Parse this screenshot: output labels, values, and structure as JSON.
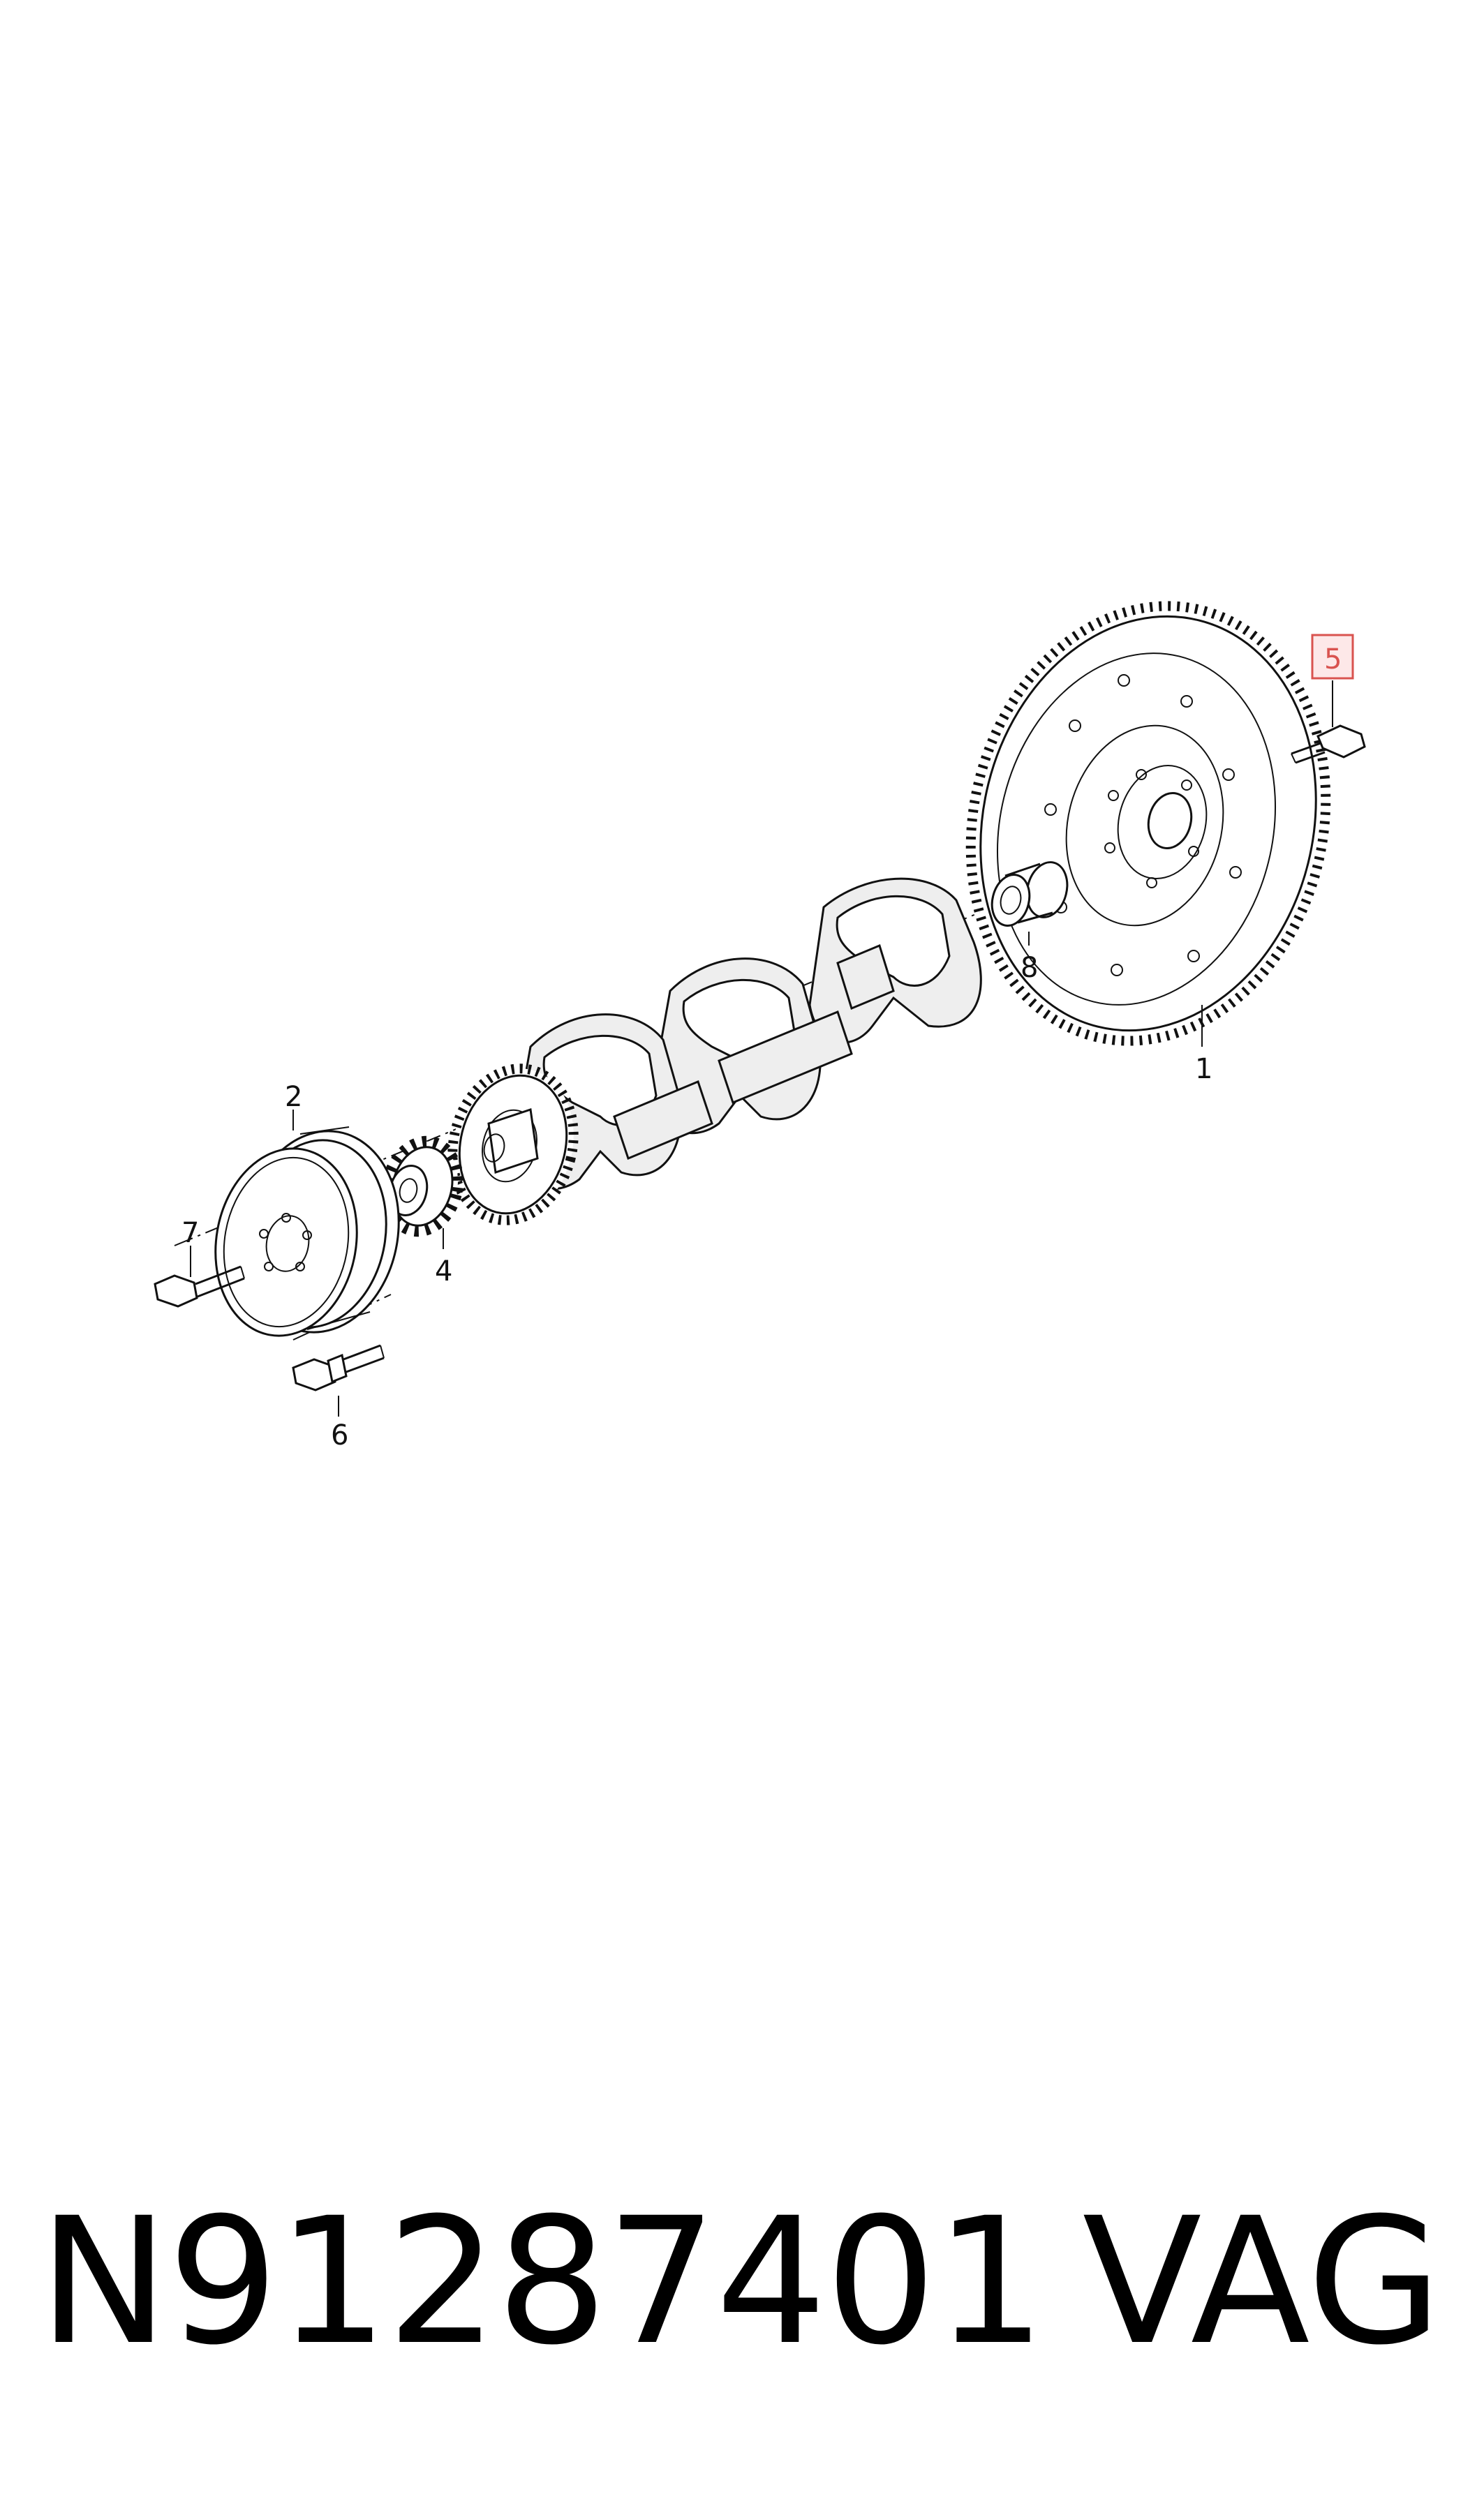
{
  "callouts": {
    "c1": "1",
    "c2": "2",
    "c4": "4",
    "c5": "5",
    "c6": "6",
    "c7": "7",
    "c8": "8"
  },
  "highlight_color": "#d9534f",
  "footer": {
    "part_number": "N91287401",
    "brand": "VAG"
  }
}
